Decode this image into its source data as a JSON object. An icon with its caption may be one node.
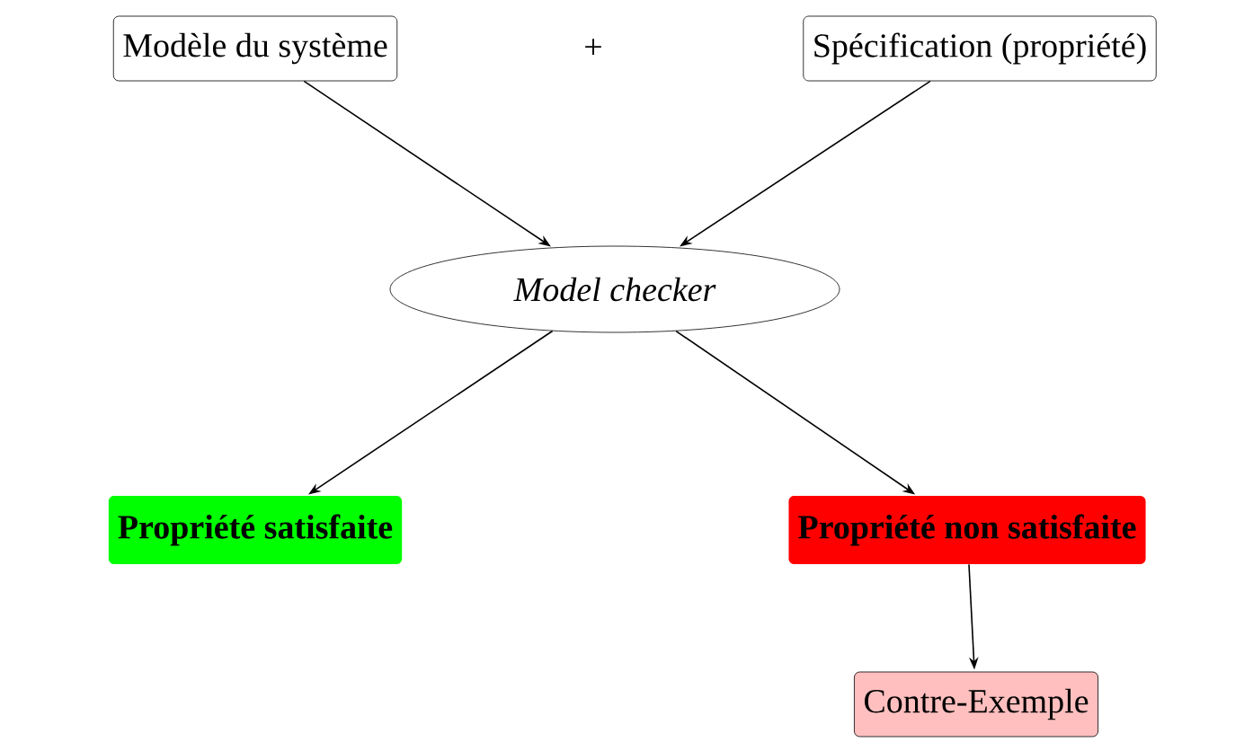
{
  "diagram": {
    "nodes": [
      {
        "text": [
          "Modèle du système"
        ]
      },
      {
        "text": [
          "Spécification (propriété)"
        ]
      },
      {
        "text": [
          "Model checker"
        ]
      },
      {
        "text": [
          "Propriété satisfaite"
        ]
      },
      {
        "text": [
          "Propriété non satisfaite"
        ]
      },
      {
        "text": [
          "Contre-Exemple"
        ]
      }
    ],
    "edges": [
      {
        "from": 0,
        "to": 2,
        "arrow": "to"
      },
      {
        "from": 1,
        "to": 2,
        "arrow": "to"
      },
      {
        "from": 2,
        "to": 3,
        "arrow": "to"
      },
      {
        "from": 2,
        "to": 4,
        "arrow": "to"
      },
      {
        "from": 4,
        "to": 5,
        "arrow": "to"
      }
    ],
    "labels": [
      "+"
    ]
  }
}
